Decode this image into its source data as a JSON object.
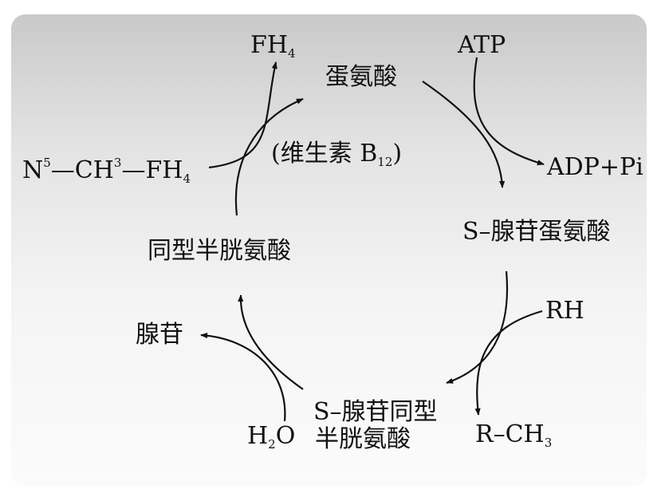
{
  "labels": {
    "methionine": "蛋氨酸",
    "sam": "S–腺苷蛋氨酸",
    "sah_line1": "S–腺苷同型",
    "sah_line2": "半胱氨酸",
    "homocysteine": "同型半胱氨酸",
    "adenosine": "腺苷",
    "h": "H",
    "h2o_sub": "2",
    "o": "O",
    "rh": "RH",
    "r_ch": "R–CH",
    "ch3_sub": "3",
    "atp": "ATP",
    "adp_pi": "ADP+Pi",
    "fh": "FH",
    "fh4_sub": "4",
    "vitb_prefix": "(维生素 B",
    "vitb_sub": "12",
    "vitb_suffix": ")",
    "n": "N",
    "n_sup": "5",
    "ch_part": "—CH",
    "ch_sup": "3",
    "fh_part": "—FH",
    "fh_sub2": "4"
  }
}
